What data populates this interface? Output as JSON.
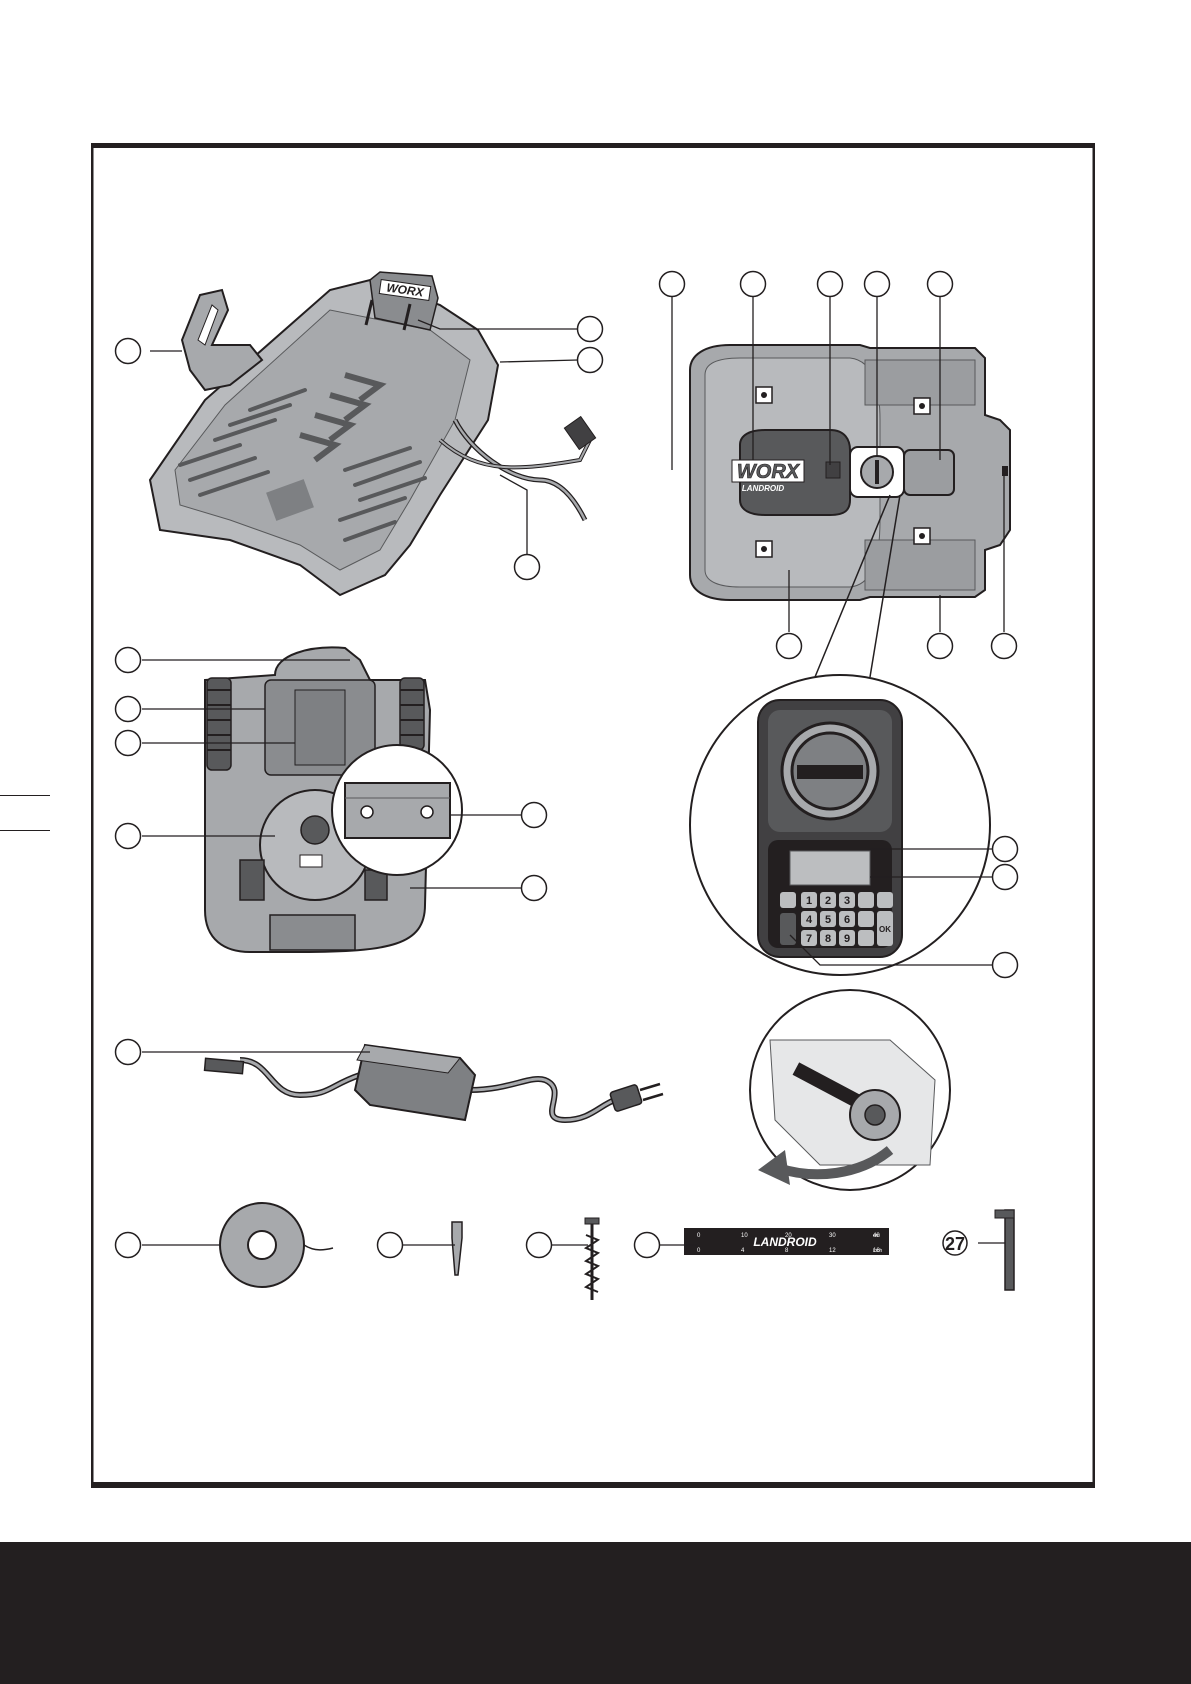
{
  "brand": {
    "logo_text": "WORX",
    "sub_logo_text": "LANDROID"
  },
  "keypad": {
    "keys": [
      "1",
      "2",
      "3",
      "4",
      "5",
      "6",
      "7",
      "8",
      "9"
    ],
    "ok_label": "OK"
  },
  "ruler": {
    "brand_text": "LANDROID",
    "top_scale": [
      "0",
      "10",
      "20",
      "30",
      "40"
    ],
    "top_unit": "cm",
    "bottom_scale": [
      "0",
      "4",
      "8",
      "12",
      "16"
    ],
    "bottom_unit": "inch"
  },
  "callouts": {
    "allen_key_number": "27"
  },
  "colors": {
    "band": "#231f20",
    "part_fill": "#a7a9ac",
    "part_dark": "#58595b",
    "ink": "#231f20"
  }
}
